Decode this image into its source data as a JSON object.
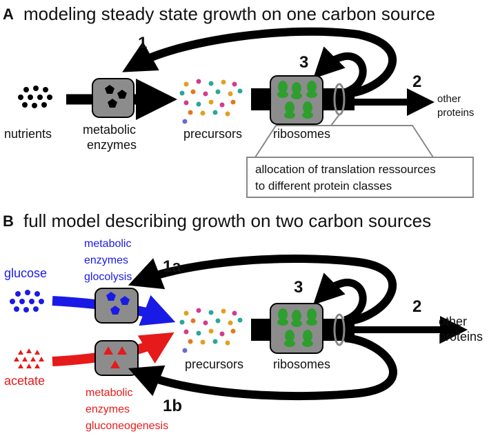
{
  "panel_a": {
    "letter": "A",
    "title": "modeling steady state growth on one carbon source",
    "labels": {
      "nutrients": "nutrients",
      "enzymes_line1": "metabolic",
      "enzymes_line2": "enzymes",
      "precursors": "precursors",
      "ribosomes": "ribosomes",
      "other_line1": "other",
      "other_line2": "proteins"
    },
    "arrow_numbers": {
      "n1": "1",
      "n2": "2",
      "n3": "3"
    },
    "callout_line1": "allocation of translation ressources",
    "callout_line2": "to different protein classes"
  },
  "panel_b": {
    "letter": "B",
    "title": "full model describing growth on two carbon sources",
    "labels": {
      "glucose": "glucose",
      "acetate": "acetate",
      "glyco_line1": "metabolic",
      "glyco_line2": "enzymes",
      "glyco_line3": "glocolysis",
      "gluco_line1": "metabolic",
      "gluco_line2": "enzymes",
      "gluco_line3": "gluconeogenesis",
      "precursors": "precursors",
      "ribosomes": "ribosomes",
      "other_line1": "other",
      "other_line2": "proteins"
    },
    "arrow_numbers": {
      "n1a": "1a",
      "n1b": "1b",
      "n2": "2",
      "n3": "3"
    }
  },
  "colors": {
    "glucose": "#1a1ae6",
    "acetate": "#e61a1a",
    "ribosome": "#2e9e2e",
    "box": "#8c8c8c",
    "arrow": "#000000"
  }
}
